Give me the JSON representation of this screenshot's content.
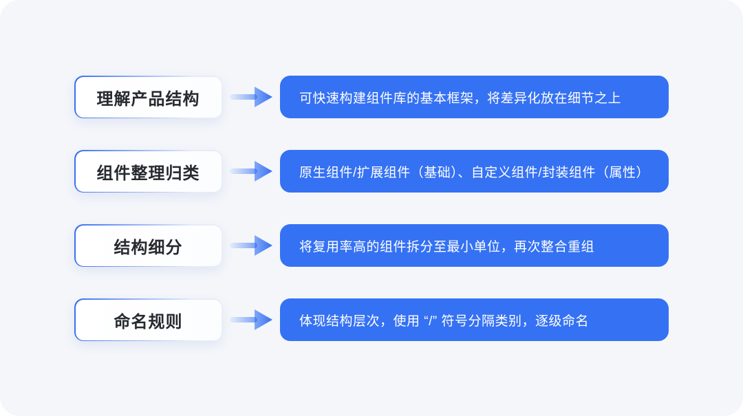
{
  "colors": {
    "canvas": "#FFFFFF",
    "panel": "#F4F6FA",
    "primary_blue": "#3571F3",
    "pill_border_left": "#3B6FF0",
    "pill_border_right": "#E7ECF8",
    "pill_bg": "#FFFFFF",
    "pill_text": "#26292E",
    "box_text": "#FFFFFF"
  },
  "icons": {
    "arrow": "arrow-right-icon"
  },
  "rows": [
    {
      "label": "理解产品结构",
      "description": "可快速构建组件库的基本框架，将差异化放在细节之上"
    },
    {
      "label": "组件整理归类",
      "description": "原生组件/扩展组件（基础）、自定义组件/封装组件（属性）"
    },
    {
      "label": "结构细分",
      "description": "将复用率高的组件拆分至最小单位，再次整合重组"
    },
    {
      "label": "命名规则",
      "description": "体现结构层次，使用 “/” 符号分隔类别，逐级命名"
    }
  ]
}
